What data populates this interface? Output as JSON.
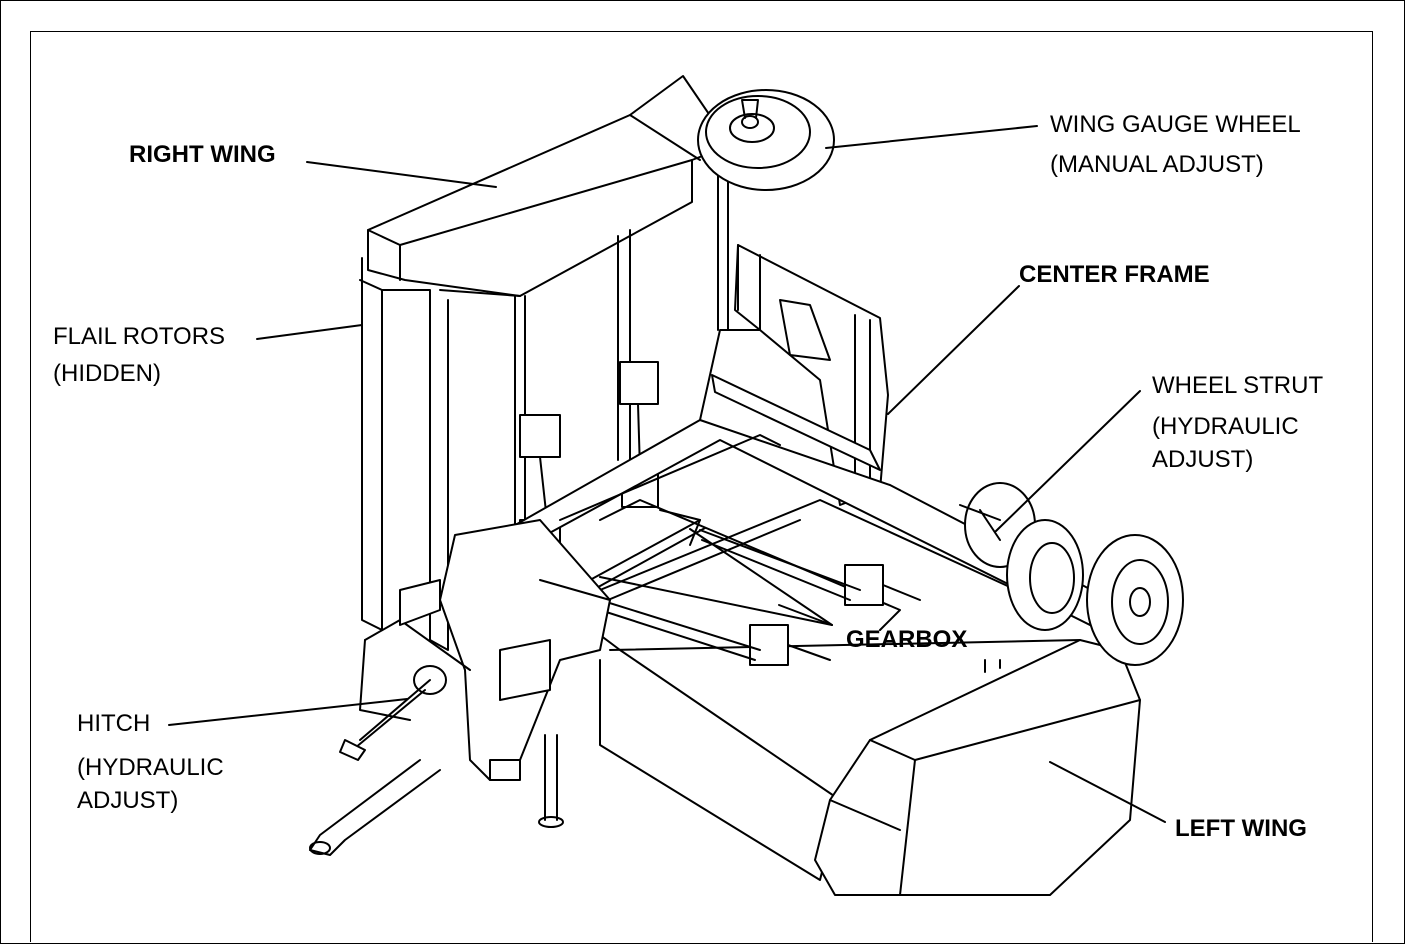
{
  "labels": {
    "right_wing": "RIGHT WING",
    "wing_gauge_wheel": "WING GAUGE WHEEL",
    "wing_gauge_wheel_note": "(MANUAL ADJUST)",
    "center_frame": "CENTER FRAME",
    "flail_rotors": "FLAIL ROTORS",
    "flail_rotors_note": "(HIDDEN)",
    "wheel_strut": "WHEEL STRUT",
    "wheel_strut_note1": "(HYDRAULIC",
    "wheel_strut_note2": "ADJUST)",
    "gearbox": "GEARBOX",
    "hitch": "HITCH",
    "hitch_note1": "(HYDRAULIC",
    "hitch_note2": "ADJUST)",
    "left_wing": "LEFT WING"
  }
}
